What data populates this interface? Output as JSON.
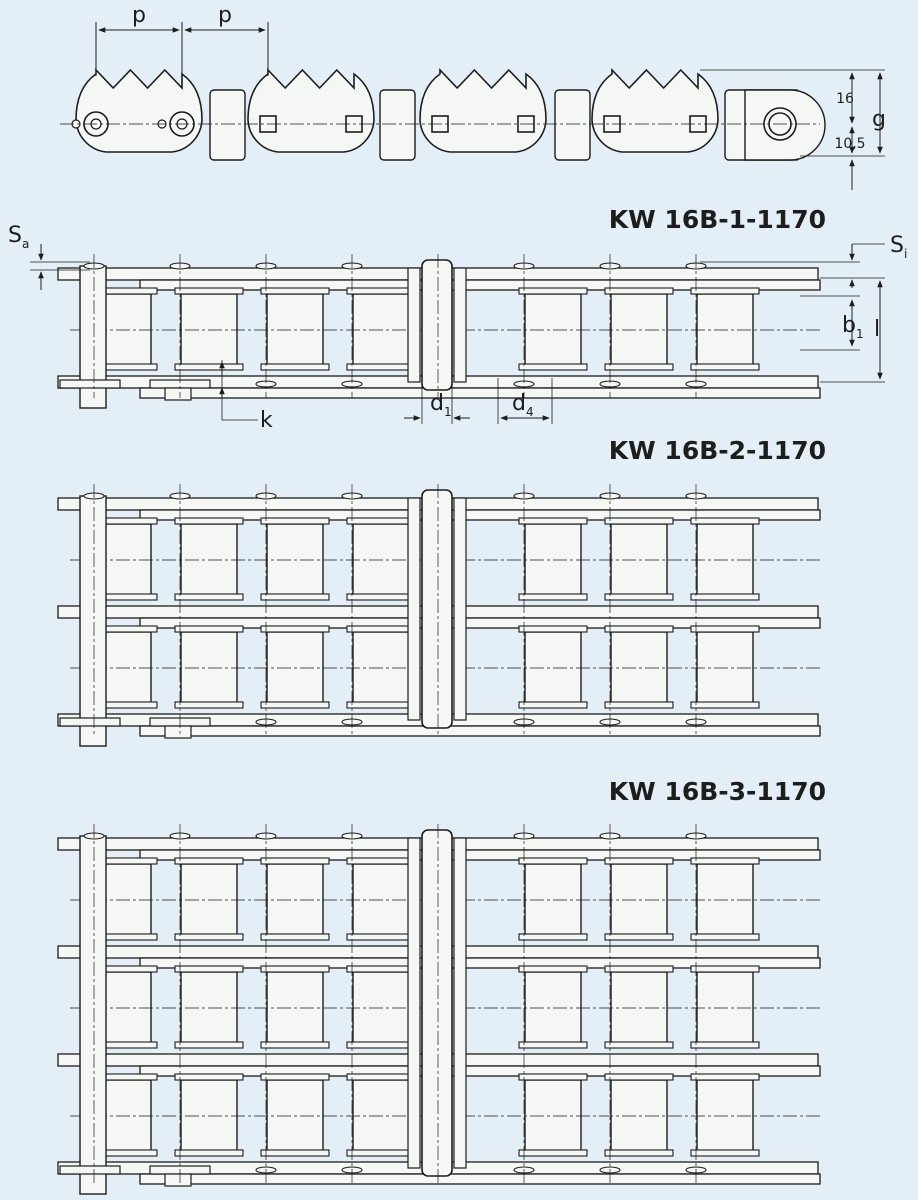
{
  "colors": {
    "background": "#e3eef7",
    "part_fill": "#f4f7f4",
    "line": "#1d1d1b"
  },
  "top_view": {
    "pitch_label_1": "p",
    "pitch_label_2": "p",
    "height_label": "g",
    "upper_value": "16",
    "lower_value": "10,5"
  },
  "single": {
    "title": "KW 16B-1-1170",
    "sa_main": "S",
    "sa_sub": "a",
    "si_main": "S",
    "si_sub": "i",
    "b1_main": "b",
    "b1_sub": "1",
    "l_label": "l",
    "k_label": "k",
    "d1_main": "d",
    "d1_sub": "1",
    "d4_main": "d",
    "d4_sub": "4"
  },
  "double": {
    "title": "KW 16B-2-1170"
  },
  "triple": {
    "title": "KW 16B-3-1170"
  }
}
